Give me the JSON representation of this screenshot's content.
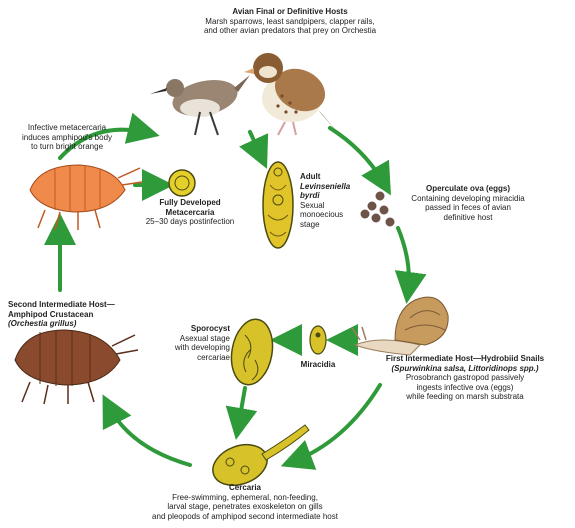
{
  "definitive_hosts": {
    "title": "Avian Final or Definitive Hosts",
    "line1": "Marsh sparrows, least sandpipers, clapper rails,",
    "line2": "and other avian predators that prey on Orchestia"
  },
  "adult": {
    "title_line1": "Adult",
    "title_line2": "Levinseniella",
    "title_line3": "byrdi",
    "line1": "Sexual",
    "line2": "monoecious",
    "line3": "stage"
  },
  "ova": {
    "title": "Operculate ova (eggs)",
    "line1": "Containing developing miracidia",
    "line2": "passed in feces of avian",
    "line3": "definitive host"
  },
  "first_host": {
    "title": "First Intermediate Host—Hydrobiid Snails",
    "title2": "(Spurwinkina salsa, Littoridinops spp.)",
    "line1": "Prosobranch gastropod passively",
    "line2": "ingests infective ova (eggs)",
    "line3": "while feeding on marsh substrata"
  },
  "miracidia": {
    "title": "Miracidia"
  },
  "sporocyst": {
    "title": "Sporocyst",
    "line1": "Asexual stage",
    "line2": "with developing",
    "line3": "cercariae"
  },
  "cercaria": {
    "title": "Cercaria",
    "line1": "Free-swimming, ephemeral, non-feeding,",
    "line2": "larval stage, penetrates exoskeleton on gills",
    "line3": "and pleopods of amphipod second intermediate host"
  },
  "second_host": {
    "title": "Second Intermediate Host—",
    "title2": "Amphipod Crustacean",
    "title3": "(Orchestia grillus)"
  },
  "metacercaria": {
    "title_line1": "Fully Developed",
    "title_line2": "Metacercaria",
    "line1": "25–30 days postinfection"
  },
  "infective": {
    "line1": "Infective metacercaria",
    "line2": "induces amphipod's body",
    "line3": "to turn bright orange"
  },
  "colors": {
    "arrow": "#2e9a3a",
    "snail": "#b98c55",
    "amphipod_orange": "#f08a4b",
    "amphipod_brown": "#8a4a2e",
    "larva": "#d8c22a"
  }
}
